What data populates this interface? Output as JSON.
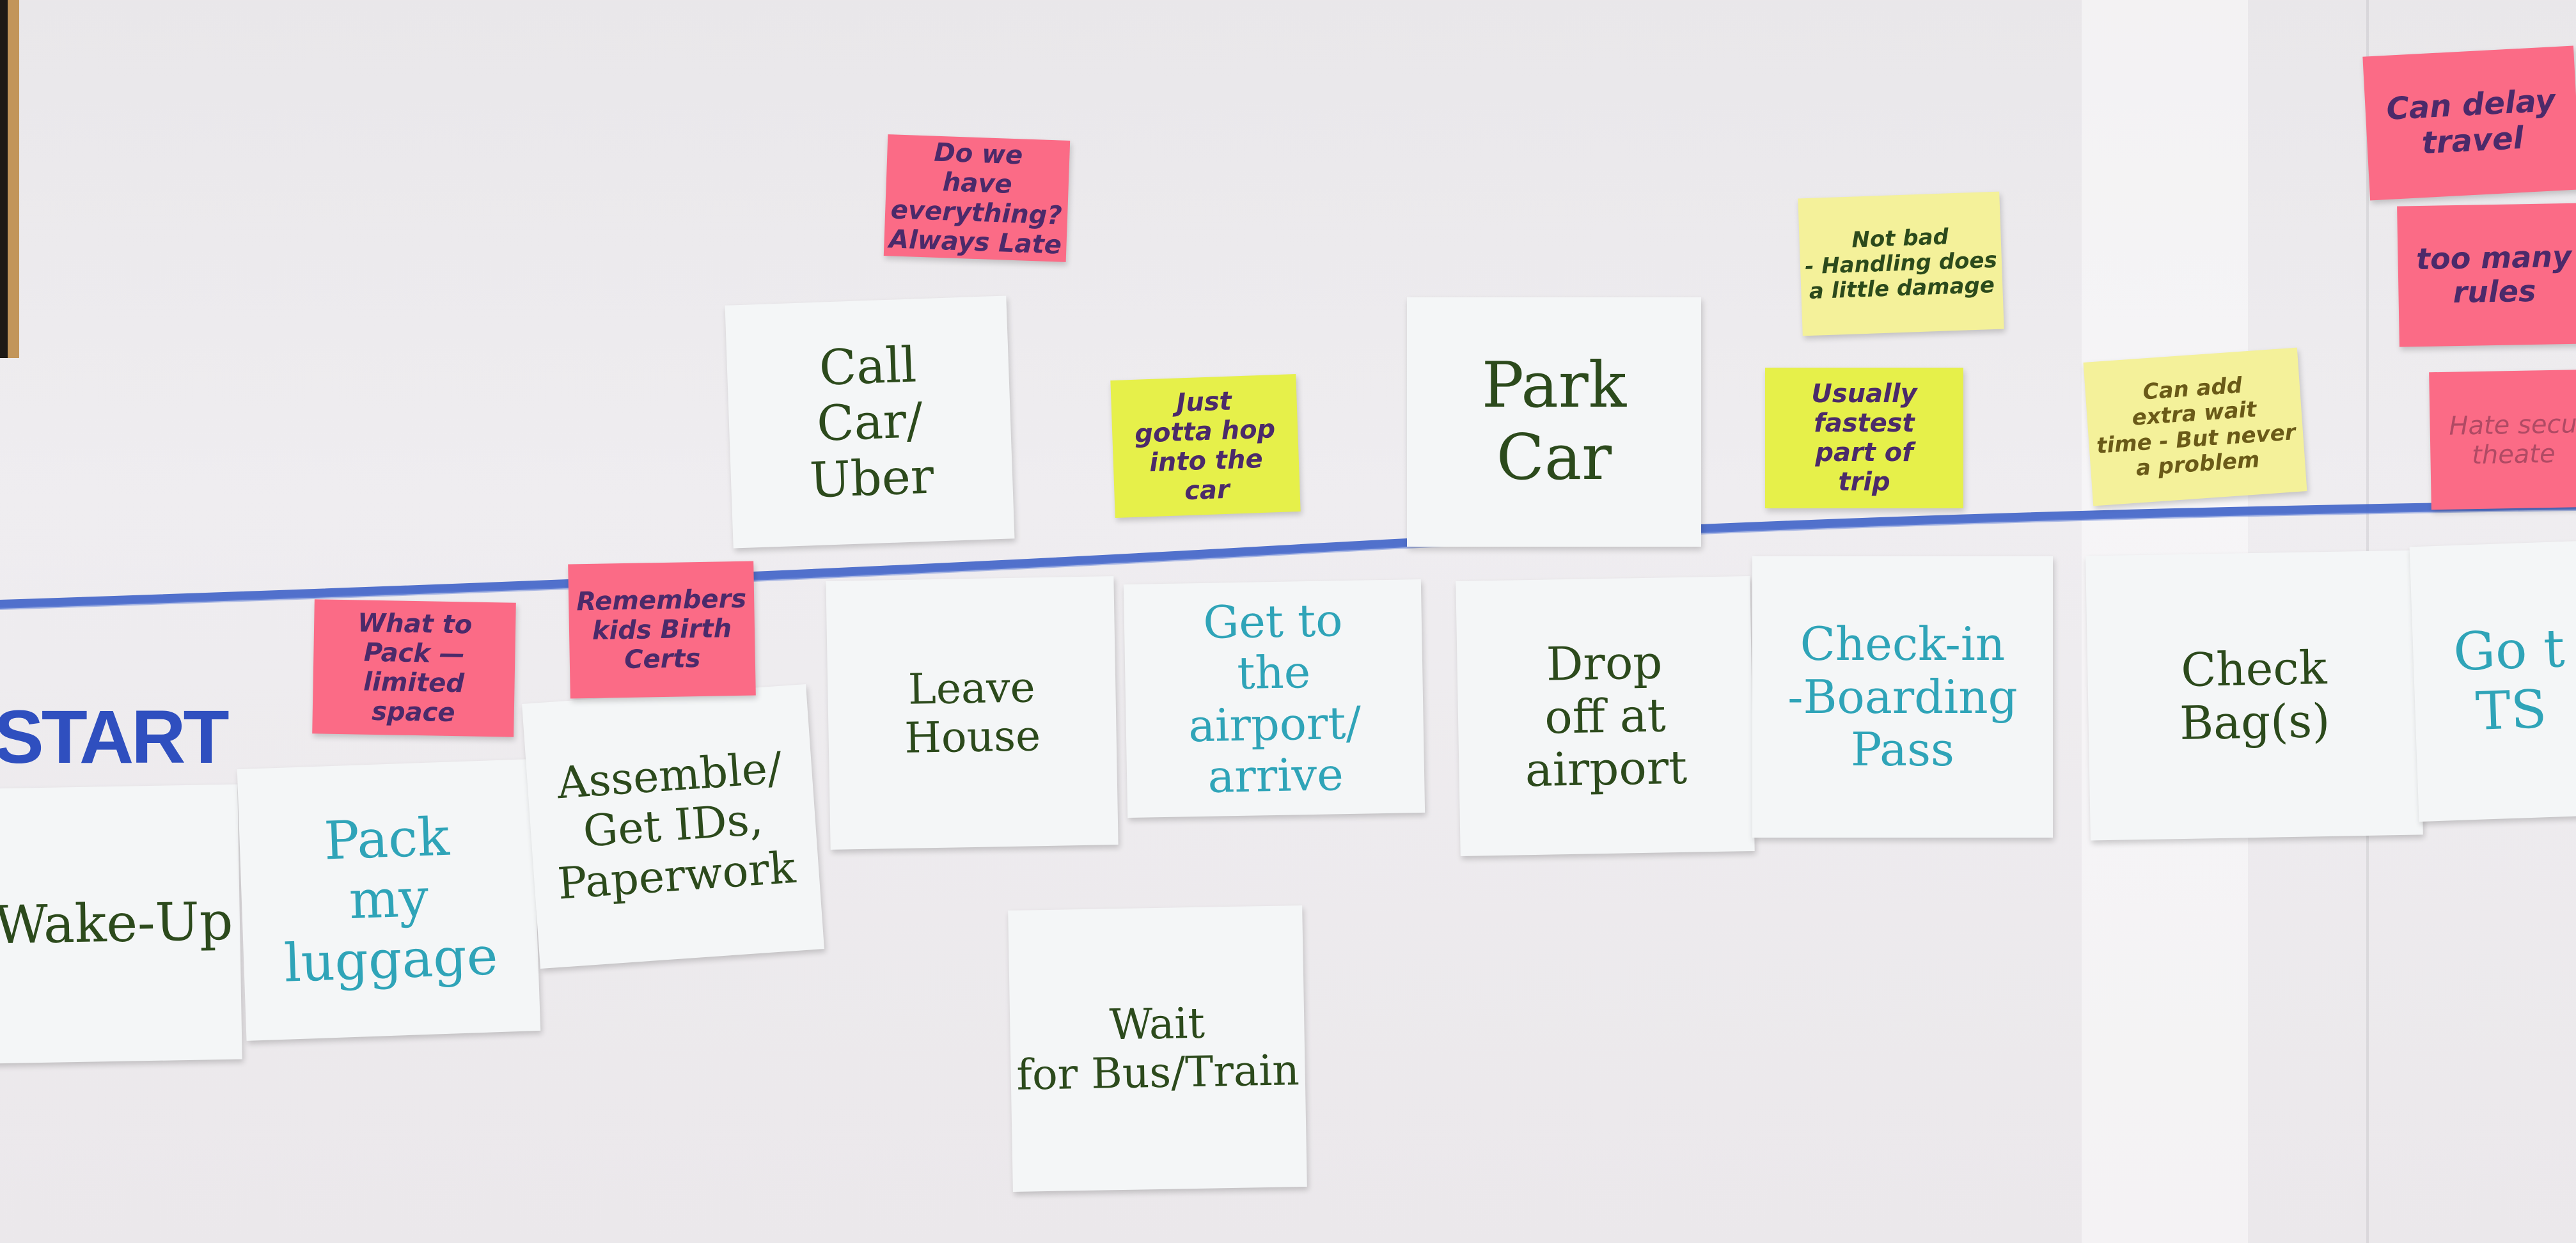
{
  "colors": {
    "white_note": "#f4f6f7",
    "pink_note": "#fb6b86",
    "yellow_note": "#f4f19a",
    "lime_note": "#e6f04a",
    "timeline_line": "#3f63c8",
    "marker_green": "#2c4a1c",
    "marker_teal": "#2fa4b8",
    "marker_blue": "#2f4fbf"
  },
  "start_label": "START",
  "steps": [
    {
      "text": "Wake-Up"
    },
    {
      "text": "Pack\nmy\nluggage"
    },
    {
      "text": "Assemble/\nGet IDs,\nPaperwork"
    },
    {
      "text": "Leave\nHouse"
    },
    {
      "text": "Get to\nthe\nairport/\narrive"
    },
    {
      "text": "Drop\noff at\nairport"
    },
    {
      "text": "Check-in\n-Boarding\nPass"
    },
    {
      "text": "Check\nBag(s)"
    },
    {
      "text": "Go t\nTS"
    }
  ],
  "above_steps": [
    {
      "text": "Call\nCar/\nUber"
    },
    {
      "text": "Park\nCar"
    }
  ],
  "below_steps": [
    {
      "text": "Wait\nfor Bus/Train"
    }
  ],
  "pink_notes": [
    {
      "text": "Do we\nhave everything?\nAlways Late"
    },
    {
      "text": "What to\nPack —\nlimited\nspace"
    },
    {
      "text": "Remembers\nkids Birth\nCerts"
    },
    {
      "text": "Can delay\ntravel"
    },
    {
      "text": "too many\nrules"
    },
    {
      "text": "Hate secu\ntheate"
    }
  ],
  "yellow_notes": [
    {
      "text": "Just\ngotta hop\ninto the\ncar"
    },
    {
      "text": "Not bad\n- Handling does\na little damage"
    },
    {
      "text": "Usually\nfastest\npart of\ntrip"
    },
    {
      "text": "Can add\nextra wait\ntime - But never\na problem"
    }
  ]
}
